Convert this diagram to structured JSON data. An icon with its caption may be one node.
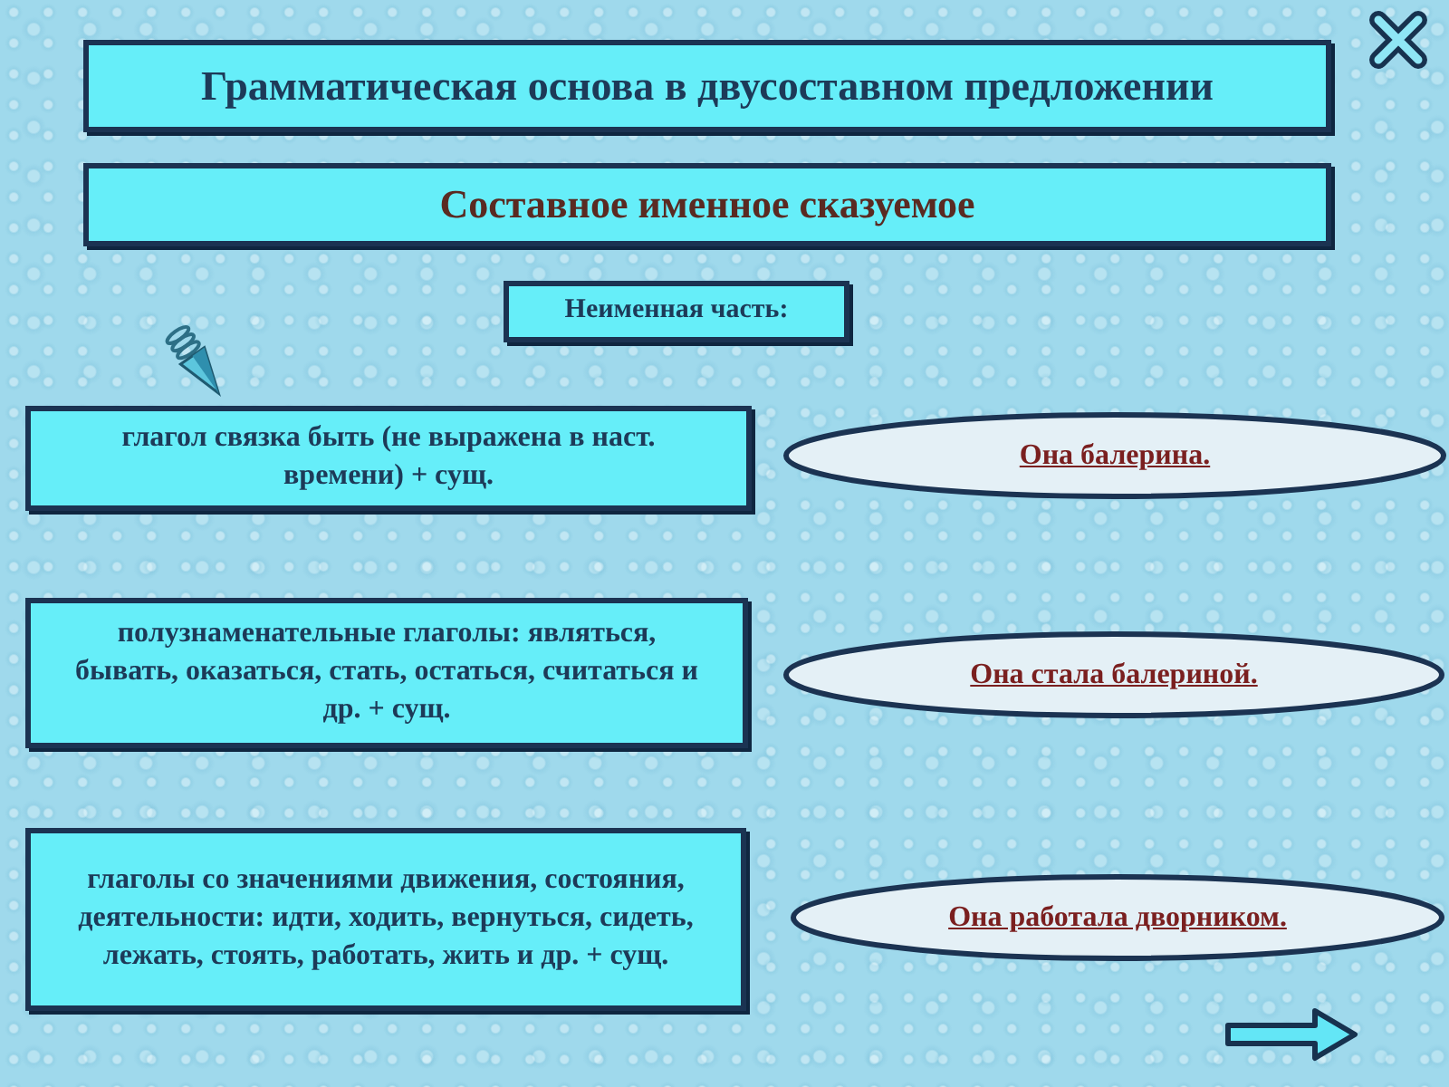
{
  "diagram": {
    "nodes": [
      {
        "text": [
          "Грамматическая основа в двусоставном предложении"
        ]
      },
      {
        "text": [
          "Составное именное сказуемое"
        ]
      },
      {
        "text": [
          "Неименная часть:"
        ]
      },
      {
        "text": [
          "глагол связка быть (не выражена в наст. времени) + сущ."
        ]
      },
      {
        "text": [
          "Она балерина."
        ]
      },
      {
        "text": [
          "полузнаменательные глаголы: являться, бывать, оказаться, стать, остаться, считаться и др. + сущ."
        ]
      },
      {
        "text": [
          "Она стала балериной."
        ]
      },
      {
        "text": [
          "глаголы со значениями движения, состояния, деятельности: идти, ходить, вернуться, сидеть, лежать, стоять, работать, жить и др. + сущ."
        ]
      },
      {
        "text": [
          "Она работала дворником."
        ]
      }
    ]
  }
}
